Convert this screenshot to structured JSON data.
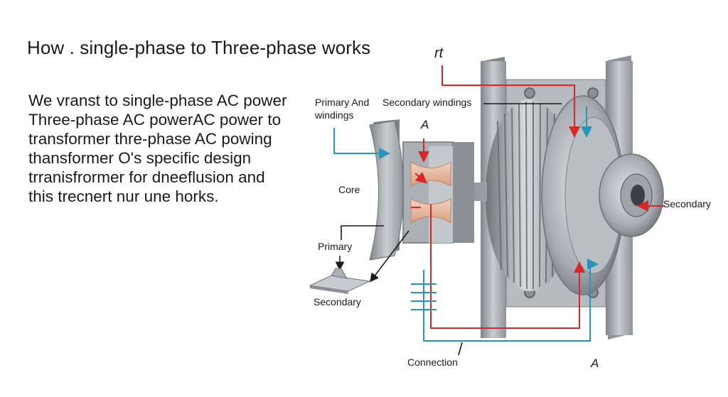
{
  "title": "How . single-phase to Three-phase works",
  "description_lines": [
    "We vranst to single-phase AC power",
    "Three-phase AC powerAC power to",
    "transformer thre-phase AC powing",
    "thansformer O's specific design",
    "trranisfrormer for dneeflusion and",
    "this trecnert nur une horks."
  ],
  "labels": {
    "rt": "rt",
    "primary_and": "Primary And",
    "windings": "windings",
    "secondary_windings": "Secondary windings",
    "a_top": "A",
    "core": "Core",
    "primary": "Primary",
    "secondary_left": "Secondary",
    "secondary_right": "Secondary",
    "connection": "Connection",
    "a_bottom": "A"
  },
  "colors": {
    "red_wire": "#d62828",
    "blue_wire": "#2a93b8",
    "metal": "#9aa0a6",
    "copper": "#e8b79a"
  }
}
